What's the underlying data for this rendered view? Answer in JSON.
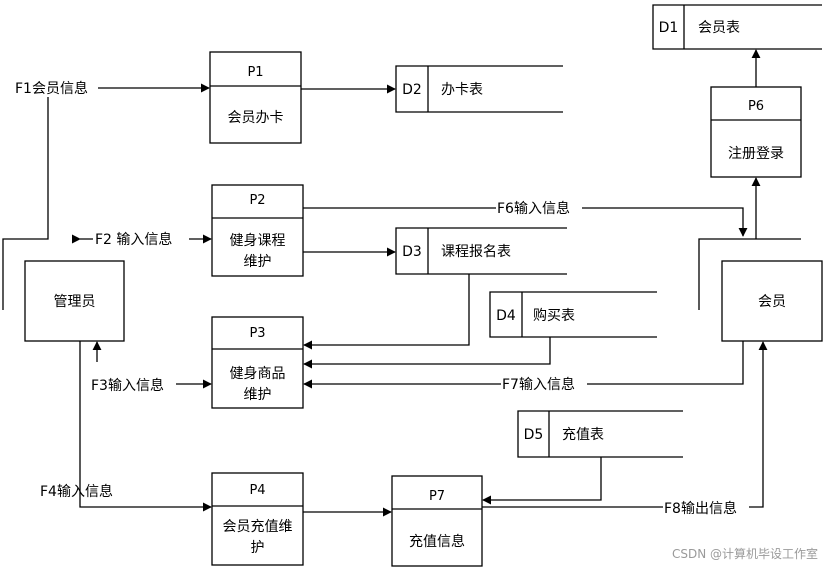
{
  "processes": {
    "p1": {
      "id": "P1",
      "name": "会员办卡"
    },
    "p2": {
      "id": "P2",
      "name1": "健身课程",
      "name2": "维护"
    },
    "p3": {
      "id": "P3",
      "name1": "健身商品",
      "name2": "维护"
    },
    "p4": {
      "id": "P4",
      "name1": "会员充值维",
      "name2": "护"
    },
    "p6": {
      "id": "P6",
      "name": "注册登录"
    },
    "p7": {
      "id": "P7",
      "name": "充值信息"
    }
  },
  "stores": {
    "d1": {
      "id": "D1",
      "name": "会员表"
    },
    "d2": {
      "id": "D2",
      "name": "办卡表"
    },
    "d3": {
      "id": "D3",
      "name": "课程报名表"
    },
    "d4": {
      "id": "D4",
      "name": "购买表"
    },
    "d5": {
      "id": "D5",
      "name": "充值表"
    }
  },
  "entities": {
    "admin": "管理员",
    "member": "会员"
  },
  "flows": {
    "f1": "F1会员信息",
    "f2": "F2 输入信息",
    "f3": "F3输入信息",
    "f4": "F4输入信息",
    "f6": "F6输入信息",
    "f7": "F7输入信息",
    "f8": "F8输出信息"
  },
  "watermark": "CSDN @计算机毕设工作室"
}
